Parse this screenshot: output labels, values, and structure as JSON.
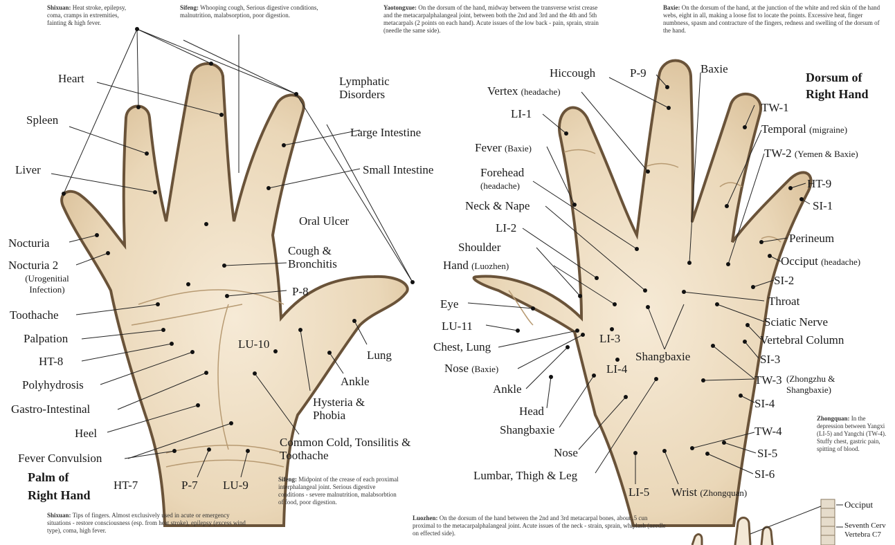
{
  "palm": {
    "title_line1": "Palm of",
    "title_line2": "Right Hand",
    "labels": {
      "heart": "Heart",
      "spleen": "Spleen",
      "liver": "Liver",
      "nocturia": "Nocturia",
      "nocturia2": "Nocturia 2",
      "nocturia2_sub": "(Urogenitial Infection)",
      "toothache": "Toothache",
      "palpation": "Palpation",
      "ht8": "HT-8",
      "polyhydrosis": "Polyhydrosis",
      "gastro": "Gastro-Intestinal",
      "heel": "Heel",
      "fever_convulsion": "Fever Convulsion",
      "ht7": "HT-7",
      "p7": "P-7",
      "lu9": "LU-9",
      "lymphatic": "Lymphatic Disorders",
      "large_intestine": "Large Intestine",
      "small_intestine": "Small Intestine",
      "oral_ulcer": "Oral Ulcer",
      "cough": "Cough & Bronchitis",
      "p8": "P-8",
      "lu10": "LU-10",
      "lung": "Lung",
      "ankle": "Ankle",
      "hysteria": "Hysteria & Phobia",
      "common_cold": "Common Cold, Tonsilitis & Toothache"
    },
    "notes": {
      "shixuan_top_head": "Shixuan:",
      "shixuan_top_body": "Heat stroke, epilepsy, coma, cramps in extremities, fainting & high fever.",
      "sifeng_top_head": "Sifeng:",
      "sifeng_top_body": "Whooping cough, Serious digestive conditions, malnutrition, malabsorption, poor digestion.",
      "sifeng_bottom_head": "Sifeng:",
      "sifeng_bottom_body": "Midpoint of the crease of each proximal interphalangeal joint. Serious digestive conditions - severe malnutrition, malabsorbtion of food, poor digestion.",
      "shixuan_bottom_head": "Shixuan:",
      "shixuan_bottom_body": "Tips of fingers. Almost exclusively used in acute or emergency situations - restore consciousness (esp. from heat stroke), epilepsy (excess wind type), coma, high fever."
    }
  },
  "dorsum": {
    "title_line1": "Dorsum of",
    "title_line2": "Right Hand",
    "labels": {
      "hiccough": "Hiccough",
      "p9": "P-9",
      "baxie": "Baxie",
      "vertex": "Vertex",
      "vertex_sub": "(headache)",
      "li1": "LI-1",
      "fever": "Fever",
      "fever_sub": "(Baxie)",
      "forehead": "Forehead",
      "forehead_sub": "(headache)",
      "neck_nape": "Neck & Nape",
      "li2": "LI-2",
      "shoulder": "Shoulder",
      "hand": "Hand",
      "hand_sub": "(Luozhen)",
      "eye": "Eye",
      "lu11": "LU-11",
      "chest_lung": "Chest, Lung",
      "nose_baxie": "Nose",
      "nose_baxie_sub": "(Baxie)",
      "ankle": "Ankle",
      "head": "Head",
      "shangbaxie_left": "Shangbaxie",
      "nose": "Nose",
      "lumbar": "Lumbar, Thigh & Leg",
      "li5": "LI-5",
      "wrist": "Wrist",
      "wrist_sub": "(Zhongquan)",
      "li3": "LI-3",
      "li4": "LI-4",
      "shangbaxie_center": "Shangbaxie",
      "tw1": "TW-1",
      "temporal": "Temporal",
      "temporal_sub": "(migraine)",
      "tw2": "TW-2",
      "tw2_sub": "(Yemen & Baxie)",
      "ht9": "HT-9",
      "si1": "SI-1",
      "perineum": "Perineum",
      "occiput": "Occiput",
      "occiput_sub": "(headache)",
      "si2": "SI-2",
      "throat": "Throat",
      "sciatic": "Sciatic Nerve",
      "vertebral": "Vertebral Column",
      "si3": "SI-3",
      "tw3": "TW-3",
      "tw3_sub": "(Zhongzhu & Shangbaxie)",
      "si4": "SI-4",
      "tw4": "TW-4",
      "si5": "SI-5",
      "si6": "SI-6"
    },
    "notes": {
      "yaotongxue_head": "Yaotongxue:",
      "yaotongxue_body": "On the dorsum of the hand, midway between the transverse wrist crease and the metacarpalphalangeal joint, between both the 2nd and 3rd and the 4th and 5th metacarpals (2 points on each hand). Acute issues of the low back - pain, sprain, strain (needle the same side).",
      "baxie_head": "Baxie:",
      "baxie_body": "On the dorsum of the hand, at the junction of the white and red skin of the hand webs, eight in all, making a loose fist to locate the points. Excessive heat, finger numbness, spasm and contracture of the fingers, redness and swelling of the dorsum of the hand.",
      "zhongquan_head": "Zhongquan:",
      "zhongquan_body": "In the depression between Yangxi (LI-5) and Yangchi (TW-4). Stuffy chest, gastric pain, spitting of blood.",
      "luozhen_head": "Luozhen:",
      "luozhen_body": "On the dorsum of the hand between the 2nd and 3rd metacarpal bones, about .5 cun proximal to the metacarpalphalangeal joint. Acute issues of the neck - strain, sprain, whiplash (needle on effected side)."
    }
  },
  "spine": {
    "occiput": "Occiput",
    "seventh_cervical": "Seventh Cerv",
    "vertebra_c7": "Vertebra C7"
  },
  "colors": {
    "skin_light": "#f6ead6",
    "skin_dark": "#d9bf98",
    "outline": "#6a5339"
  }
}
